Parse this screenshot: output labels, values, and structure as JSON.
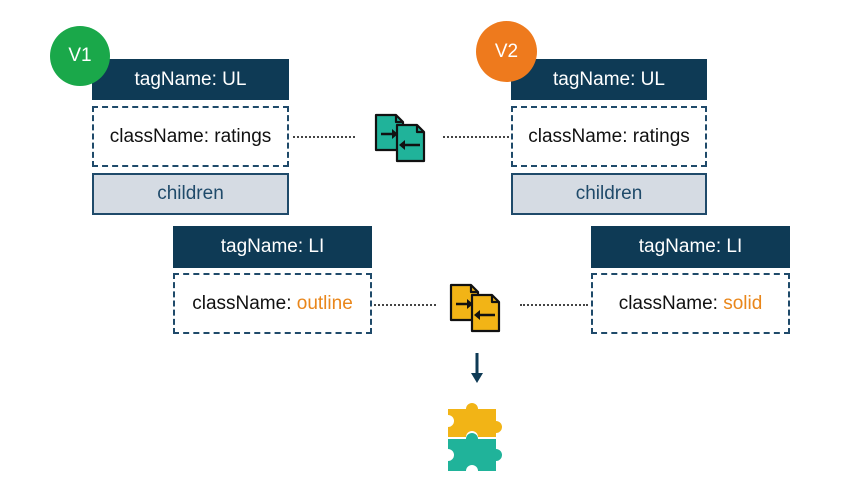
{
  "colors": {
    "tag_bg": "#0e3a55",
    "badge_v1": "#1aa84a",
    "badge_v2": "#ee7a1d",
    "compare_icon_top": "#20b39a",
    "compare_icon_bottom": "#f2b416",
    "highlight_text": "#e9861a",
    "puzzle_yellow": "#f2b416",
    "puzzle_teal": "#20b39a",
    "arrow": "#0e3a55"
  },
  "v1": {
    "badge": "V1",
    "ul_tag": "tagName: UL",
    "ul_class_key": "className: ",
    "ul_class_value": "ratings",
    "children": "children",
    "li_tag": "tagName: LI",
    "li_class_key": "className: ",
    "li_class_value": "outline"
  },
  "v2": {
    "badge": "V2",
    "ul_tag": "tagName: UL",
    "ul_class_key": "className: ",
    "ul_class_value": "ratings",
    "children": "children",
    "li_tag": "tagName: LI",
    "li_class_key": "className: ",
    "li_class_value": "solid"
  },
  "icons": {
    "compare_top": "compare-files-icon",
    "compare_bottom": "compare-files-icon",
    "arrow": "arrow-down-icon",
    "result": "puzzle-icon"
  }
}
